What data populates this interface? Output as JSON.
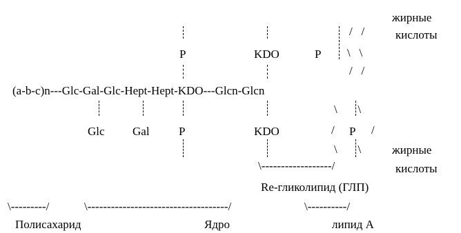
{
  "fatty_acids_top_line1": "жирные",
  "fatty_acids_top_line2": "кислоты",
  "fatty_acids_bottom_line1": "жирные",
  "fatty_acids_bottom_line2": "кислоты",
  "chain": "(a-b-c)n---Glc-Gal-Glc-Hept-Hept-KDO---Glcn-Glcn",
  "above": {
    "p_hept": "P",
    "kdo": "KDO",
    "p_glcn": "P"
  },
  "below": {
    "glc": "Glc",
    "gal": "Gal",
    "p_hept": "P",
    "kdo": "KDO",
    "p_glcn": "P"
  },
  "branches": {
    "top_row1": "/   /",
    "top_row2": "\\   \\",
    "top_row3": "/   /",
    "bottom_row1": "\\       \\",
    "bottom_row2": "/",
    "bottom_row3": "/",
    "bottom_row4": "\\       \\"
  },
  "brackets": {
    "glp": "\\------------------/",
    "polysaccharide": "\\---------/",
    "core": "\\------------------------------------/",
    "lipid_a": "\\----------/"
  },
  "labels": {
    "glp": "Re-гликолипид (ГЛП)",
    "polysaccharide": "Полисахарид",
    "core": "Ядро",
    "lipid_a": "липид А"
  }
}
